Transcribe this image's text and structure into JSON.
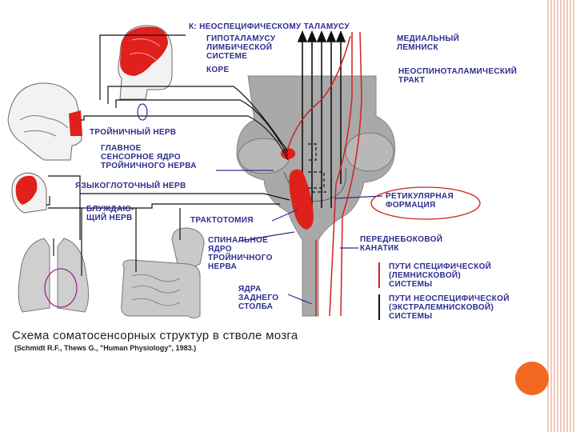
{
  "labels": {
    "to_nonspecific_thalamus": "К: НЕОСПЕЦИФИЧЕСКОМУ ТАЛАМУСУ",
    "hypothalamus_limbic": "ГИПОТАЛАМУСУ\nЛИМБИЧЕСКОЙ\nСИСТЕМЕ",
    "cortex": "КОРЕ",
    "medial_lemniscus": "МЕДИАЛЬНЫЙ\nЛЕМНИСК",
    "neospinothalamic_tract": "НЕОСПИНОТАЛАМИЧЕСКИЙ\nТРАКТ",
    "trigeminal_nerve": "ТРОЙНИЧНЫЙ НЕРВ",
    "main_sensory_nucleus": "ГЛАВНОЕ\nСЕНСОРНОЕ ЯДРО\nТРОЙНИЧНОГО НЕРВА",
    "glossopharyngeal_nerve": "ЯЗЫКОГЛОТОЧНЫЙ НЕРВ",
    "reticular_formation": "РЕТИКУЛЯРНАЯ\nФОРМАЦИЯ",
    "vagus_nerve": "БЛУЖДАЮ-\nЩИЙ НЕРВ",
    "tractotomy": "ТРАКТОТОМИЯ",
    "spinal_nucleus": "СПИНАЛЬНОЕ\nЯДРО\nТРОЙНИЧНОГО\nНЕРВА",
    "anterolateral_canal": "ПЕРЕДНЕБОКОВОЙ\nКАНАТИК",
    "dorsal_column_nuclei": "ЯДРА\nЗАДНЕГО\nСТОЛБА",
    "specific_pathways": "ПУТИ СПЕЦИФИЧЕСКОЙ\n(ЛЕМНИСКОВОЙ)\nСИСТЕМЫ",
    "nonspecific_pathways": "ПУТИ НЕОСПЕЦИФИЧЕСКОЙ\n(ЭКСТРАЛЕМНИСКОВОЙ)\nСИСТЕМЫ"
  },
  "caption": {
    "title": "Схема соматосенсорных структур в стволе мозга",
    "source": "(Schmidt R.F., Thews G., \"Human Physiology\", 1983.)"
  },
  "colors": {
    "accent_red": "#e0201a",
    "pathway_red": "#d42020",
    "label_blue": "#2d2d8f",
    "brainstem_gray": "#a9a9a9",
    "organ_gray": "#c9c9c9",
    "ellipse_purple": "#9b2a8f",
    "dot_orange": "#f26a21",
    "edge_stripe": "#f3c9b8"
  }
}
